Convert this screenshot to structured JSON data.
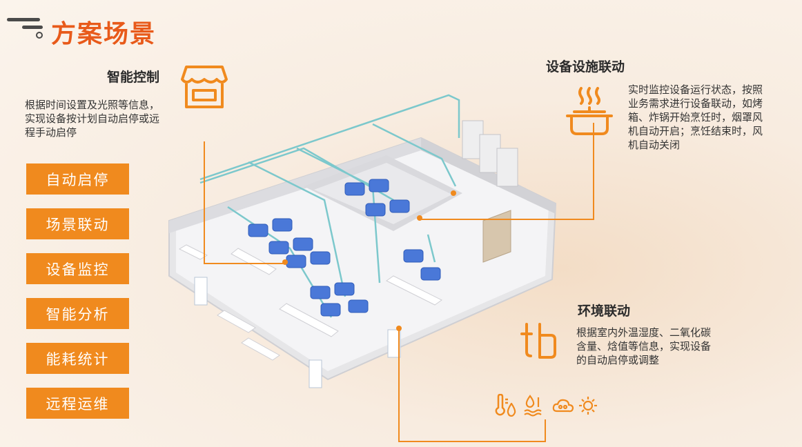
{
  "title": "方案场景",
  "smart_control": {
    "heading": "智能控制",
    "desc": [
      "根据时间设置及光照等信息，",
      "实现设备按计划自动启停或远",
      "程手动启停"
    ]
  },
  "equipment_linkage": {
    "heading": "设备设施联动",
    "desc": [
      "实时监控设备运行状态，按照",
      "业务需求进行设备联动，如烤",
      "箱、炸锅开始烹饪时，烟罩风",
      "机自动开启；烹饪结束时，风",
      "机自动关闭"
    ]
  },
  "environment_linkage": {
    "heading": "环境联动",
    "desc": [
      "根据室内外温湿度、二氧化碳",
      "含量、焓值等信息，实现设备",
      "的自动启停或调整"
    ]
  },
  "buttons": [
    "自动启停",
    "场景联动",
    "设备监控",
    "智能分析",
    "能耗统计",
    "远程运维"
  ],
  "accent_color": "#f08a1e",
  "sensor_icons": [
    "thermometer-icon",
    "humidity-drop-icon",
    "water-level-icon",
    "co2-cloud-icon",
    "sun-icon"
  ]
}
